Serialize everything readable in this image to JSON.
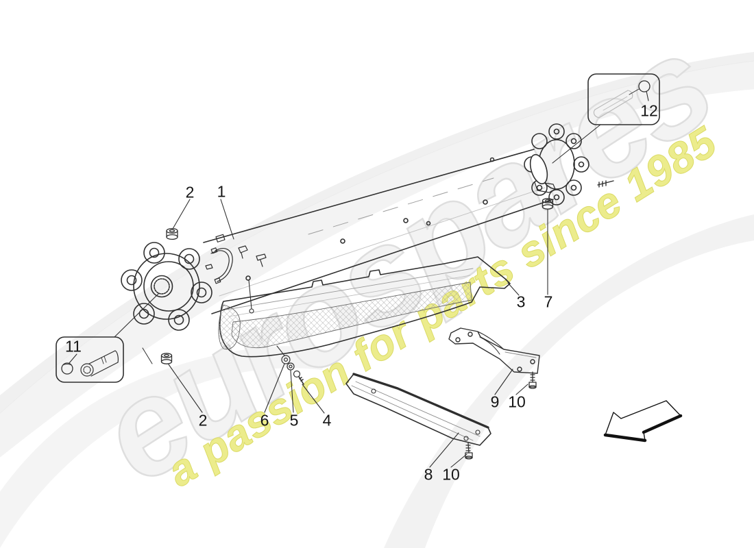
{
  "watermark": {
    "brand": "eurospares",
    "tagline": "a passion for parts since 1985",
    "brand_color": "#f3f3f3",
    "tagline_color": "#ecec86"
  },
  "colors": {
    "line": "#2f2f2f",
    "background": "#ffffff",
    "mesh_hatch": "#9a9a9a"
  },
  "icons": {
    "direction_arrow": "direction-arrow-left"
  },
  "labels": [
    {
      "part": "nut-upper",
      "text": "2"
    },
    {
      "part": "transmission-shaft",
      "text": "1"
    },
    {
      "part": "plug-detail",
      "text": "12"
    },
    {
      "part": "cap-detail",
      "text": "11"
    },
    {
      "part": "nut-lower",
      "text": "2"
    },
    {
      "part": "washer-large",
      "text": "6"
    },
    {
      "part": "washer-small",
      "text": "5"
    },
    {
      "part": "screw",
      "text": "4"
    },
    {
      "part": "heat-shield",
      "text": "3"
    },
    {
      "part": "nut-rear",
      "text": "7"
    },
    {
      "part": "support-bracket",
      "text": "9"
    },
    {
      "part": "bracket-bolt",
      "text": "10"
    },
    {
      "part": "cross-member",
      "text": "8"
    },
    {
      "part": "cross-member-bolt",
      "text": "10"
    }
  ]
}
